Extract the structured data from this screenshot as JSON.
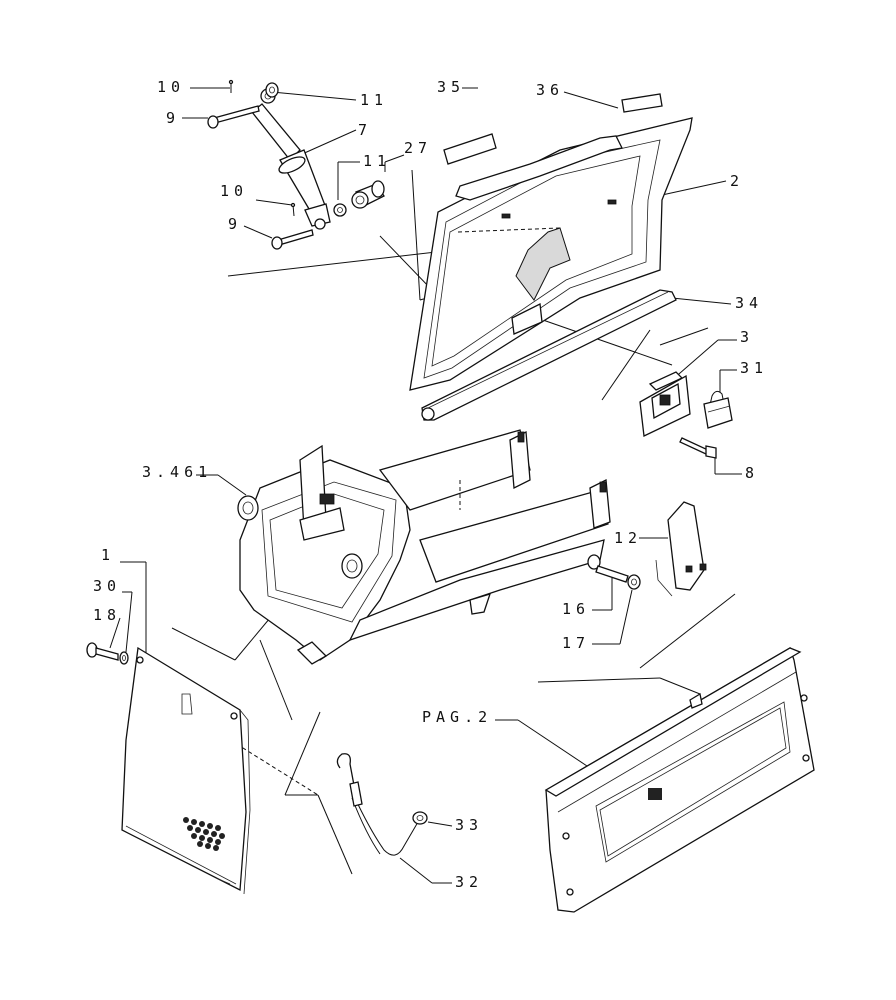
{
  "diagram": {
    "callouts": {
      "c10a": "10",
      "c9a": "9",
      "c11a": "11",
      "c7": "7",
      "c11b": "11",
      "c27": "27",
      "c10b": "10",
      "c9b": "9",
      "c35": "35",
      "c36": "36",
      "c2": "2",
      "c34": "34",
      "c3": "3",
      "c31": "31",
      "c8": "8",
      "c3461": "3.461",
      "c12": "12",
      "c16": "16",
      "c17": "17",
      "c1": "1",
      "c30": "30",
      "c18": "18",
      "cpag2": "PAG.2",
      "c33": "33",
      "c32": "32"
    }
  }
}
